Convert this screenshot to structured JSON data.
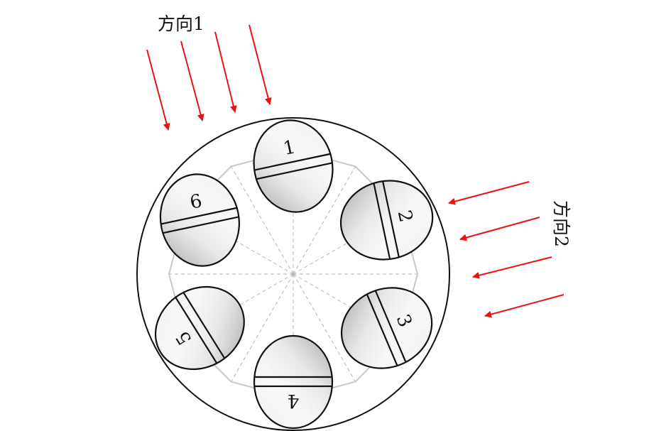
{
  "direction_labels": {
    "dir1": "方向1",
    "dir2": "方向2"
  },
  "items": [
    {
      "label": "1"
    },
    {
      "label": "2"
    },
    {
      "label": "3"
    },
    {
      "label": "4"
    },
    {
      "label": "5"
    },
    {
      "label": "6"
    }
  ],
  "colors": {
    "arrow": "#ee1111",
    "outline": "#111111",
    "guide": "#c8c8c8",
    "dash": "#b4b4b4"
  }
}
